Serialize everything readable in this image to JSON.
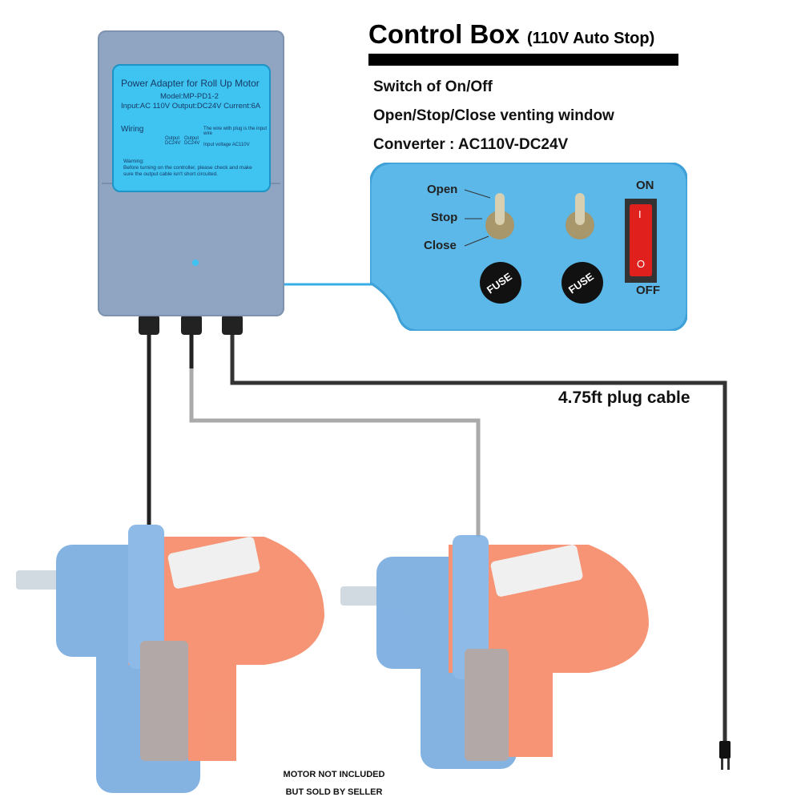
{
  "header": {
    "title": "Control Box",
    "subtitle": "(110V Auto Stop)"
  },
  "features": [
    "Switch of On/Off",
    "Open/Stop/Close venting window",
    "Converter : AC110V-DC24V"
  ],
  "device_label": {
    "title": "Power Adapter for Roll Up Motor",
    "model": "Model:MP-PD1-2",
    "specs": "Input:AC 110V  Output:DC24V  Current:6A",
    "wiring": "Wiring",
    "output1": "Output DC24V",
    "output2": "Output DC24V",
    "input_note1": "The wire with plug is the input wire",
    "input_note2": "Input voltage AC110V",
    "warning": "Warning:",
    "warning_text": "Before turning on the controller, please check and make sure the output cable isn't short circuited."
  },
  "panel": {
    "open": "Open",
    "stop": "Stop",
    "close": "Close",
    "on": "ON",
    "off": "OFF",
    "fuse": "FUSE",
    "switch_on_symbol": "I",
    "switch_off_symbol": "O"
  },
  "cable_label": "4.75ft plug cable",
  "footer": {
    "line1": "MOTOR NOT INCLUDED",
    "line2": "BUT SOLD BY SELLER"
  },
  "colors": {
    "panel": "#5cb8e8",
    "label": "#3fc3f0",
    "box": "#8fa5c2",
    "motor_blue": "#6fa6de",
    "motor_orange": "#f5825d",
    "rocker": "#e0201c"
  }
}
